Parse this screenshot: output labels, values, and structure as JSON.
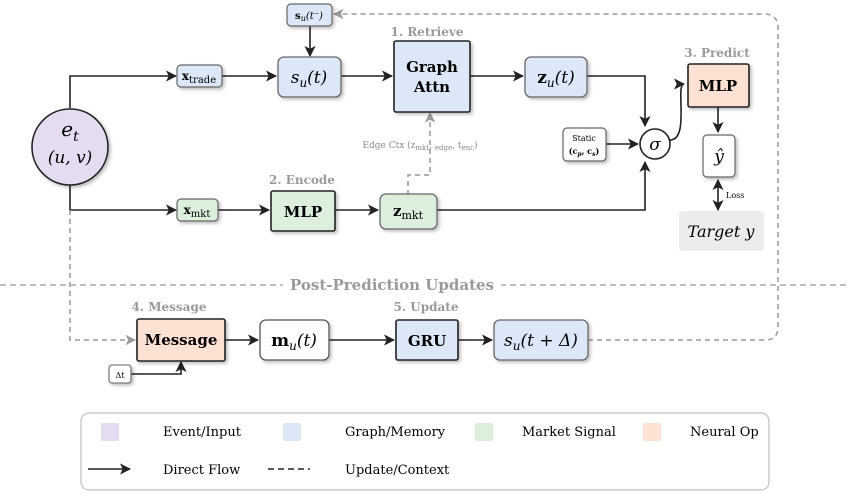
{
  "stages": {
    "retrieve": "1. Retrieve",
    "encode": "2. Encode",
    "predict": "3. Predict",
    "message": "4. Message",
    "update": "5. Update"
  },
  "nodes": {
    "event_main": "e",
    "event_sub": "t",
    "event_args": "(u, v)",
    "x_trade_main": "x",
    "x_trade_sub": "trade",
    "x_mkt_main": "x",
    "x_mkt_sub": "mkt",
    "s_prev_main": "s",
    "s_prev_sub": "u",
    "s_prev_args": "(t⁻)",
    "s_t_main": "s",
    "s_t_sub": "u",
    "s_t_args": "(t)",
    "graph_attn_line1": "Graph",
    "graph_attn_line2": "Attn",
    "z_u_main": "z",
    "z_u_sub": "u",
    "z_u_args": "(t)",
    "mlp_encode": "MLP",
    "z_mkt_main": "z",
    "z_mkt_sub": "mkt",
    "static_label": "Static",
    "static_vals": "(c",
    "static_p": "p",
    "static_comma": ", c",
    "static_s": "s",
    "static_close": ")",
    "sigma": "σ",
    "mlp_predict": "MLP",
    "y_hat": "ŷ",
    "loss": "Loss",
    "target": "Target y",
    "message_box": "Message",
    "m_u_main": "m",
    "m_u_sub": "u",
    "m_u_args": "(t)",
    "gru": "GRU",
    "s_next_main": "s",
    "s_next_sub": "u",
    "s_next_args": "(t + Δ)",
    "delta_t": "Δt"
  },
  "edge_ctx": {
    "prefix": "Edge Ctx (z",
    "sub1": "mkt",
    "mid1": ", ",
    "sub2": "edge",
    "mid2": ", t",
    "sub3": "enc",
    "suffix": ")"
  },
  "divider_label": "Post-Prediction Updates",
  "legend": {
    "items": [
      {
        "label": "Event/Input",
        "color": "#e6dcf2"
      },
      {
        "label": "Graph/Memory",
        "color": "#dce8f8"
      },
      {
        "label": "Market Signal",
        "color": "#dcefdc"
      },
      {
        "label": "Neural Op",
        "color": "#fde1d3"
      }
    ],
    "direct_flow": "Direct Flow",
    "update_context": "Update/Context"
  },
  "colors": {
    "event": "#e6dcf2",
    "graph": "#dce8f8",
    "market": "#dcefdc",
    "neural": "#fde1d3",
    "target": "#ececec",
    "line": "#222222",
    "dashed": "#999999"
  }
}
